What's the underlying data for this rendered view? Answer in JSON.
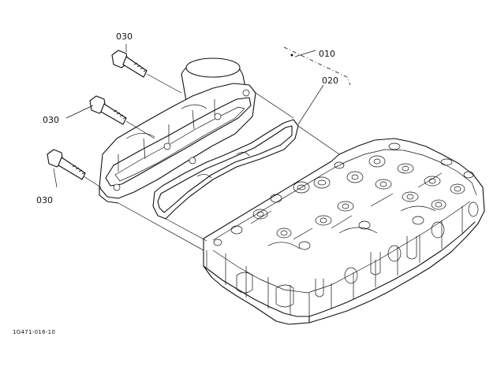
{
  "diagram_code": "1G471-016-10",
  "callouts": {
    "cover_assembly": "010",
    "gasket": "020",
    "bolt_upper": "030",
    "bolt_middle": "030",
    "bolt_lower": "030"
  },
  "icons": {
    "bolt": "bolt-icon",
    "cover": "cylinder-head-cover-icon",
    "gasket": "gasket-icon",
    "head": "cylinder-head-icon"
  }
}
